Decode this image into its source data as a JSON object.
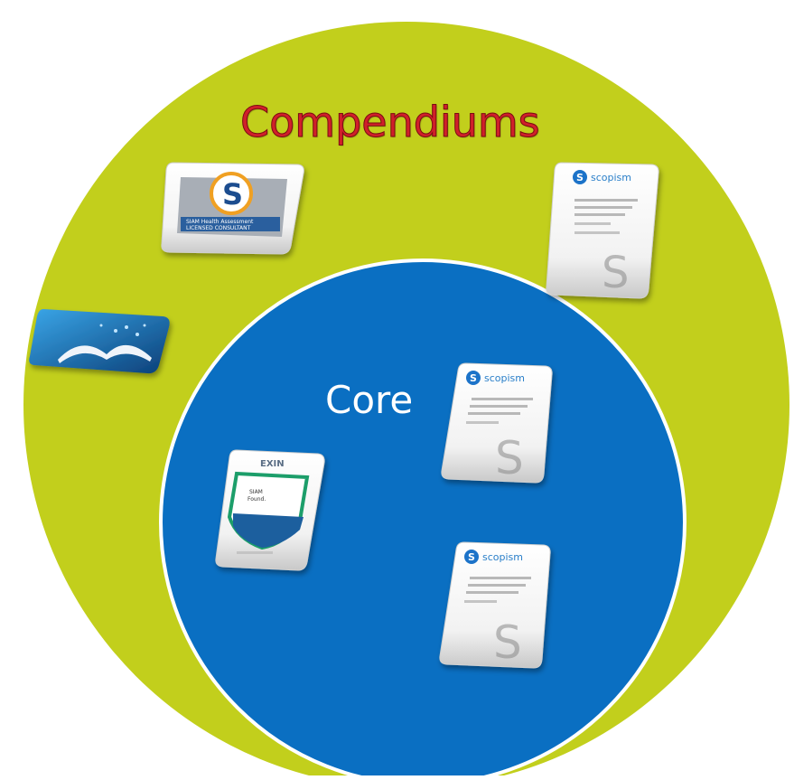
{
  "outer_circle": {
    "label": "Compendiums",
    "fill_color": "#c2cf1c",
    "label_color": "#d0202a"
  },
  "inner_circle": {
    "label": "Core",
    "fill_color": "#0a6fc2",
    "border_color": "#ffffff"
  },
  "cards": [
    {
      "id": "compendium-badge",
      "icon": "scopism-licensed-consultant-badge-icon",
      "text": "SIAM Health Assessment LICENSED CONSULTANT"
    },
    {
      "id": "compendium-doc",
      "icon": "scopism-document-icon",
      "brand": "scopism"
    },
    {
      "id": "compendium-book",
      "icon": "open-book-icon"
    },
    {
      "id": "core-doc-1",
      "icon": "scopism-document-icon",
      "brand": "scopism"
    },
    {
      "id": "core-exin",
      "icon": "exin-certificate-icon",
      "brand": "EXIN"
    },
    {
      "id": "core-doc-2",
      "icon": "scopism-document-icon",
      "brand": "scopism"
    }
  ]
}
